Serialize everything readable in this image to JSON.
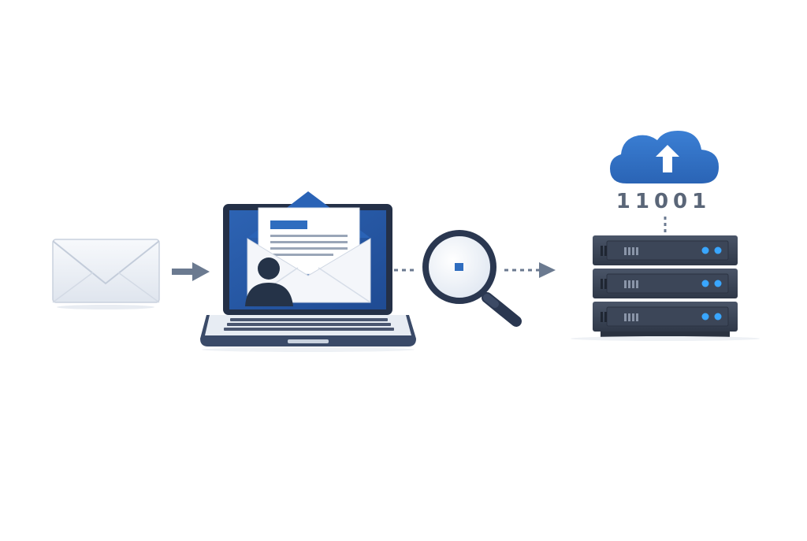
{
  "diagram": {
    "binary_label": "11001",
    "nodes": [
      {
        "id": "email",
        "icon": "envelope-icon"
      },
      {
        "id": "laptop",
        "icon": "laptop-icon"
      },
      {
        "id": "inspect",
        "icon": "magnifier-icon"
      },
      {
        "id": "server",
        "icon": "server-rack-icon"
      },
      {
        "id": "cloud",
        "icon": "cloud-upload-icon"
      }
    ],
    "colors": {
      "brand_blue": "#2f6dbf",
      "navy": "#2a3750",
      "slate": "#3c4658",
      "arrow_gray": "#6b7a90",
      "binary_text": "#5a6678",
      "led_blue": "#39a6ff"
    }
  }
}
